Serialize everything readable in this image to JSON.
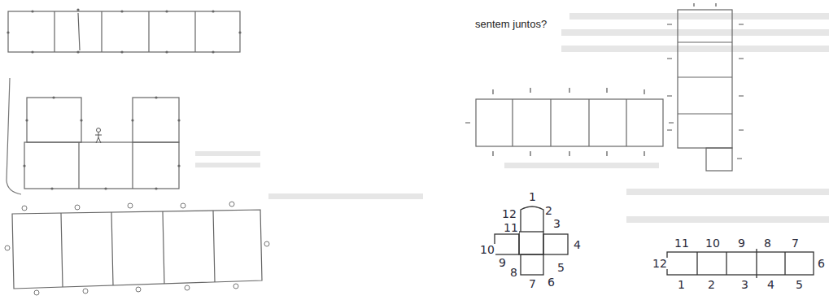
{
  "diagram": {
    "labels": [
      "sentem juntos?",
      "1",
      "2",
      "3",
      "4",
      "5",
      "6",
      "7",
      "8",
      "9",
      "10",
      "11",
      "12",
      "1",
      "2",
      "3",
      "4",
      "5",
      "6",
      "7",
      "8",
      "9",
      "10",
      "11",
      "12"
    ]
  }
}
